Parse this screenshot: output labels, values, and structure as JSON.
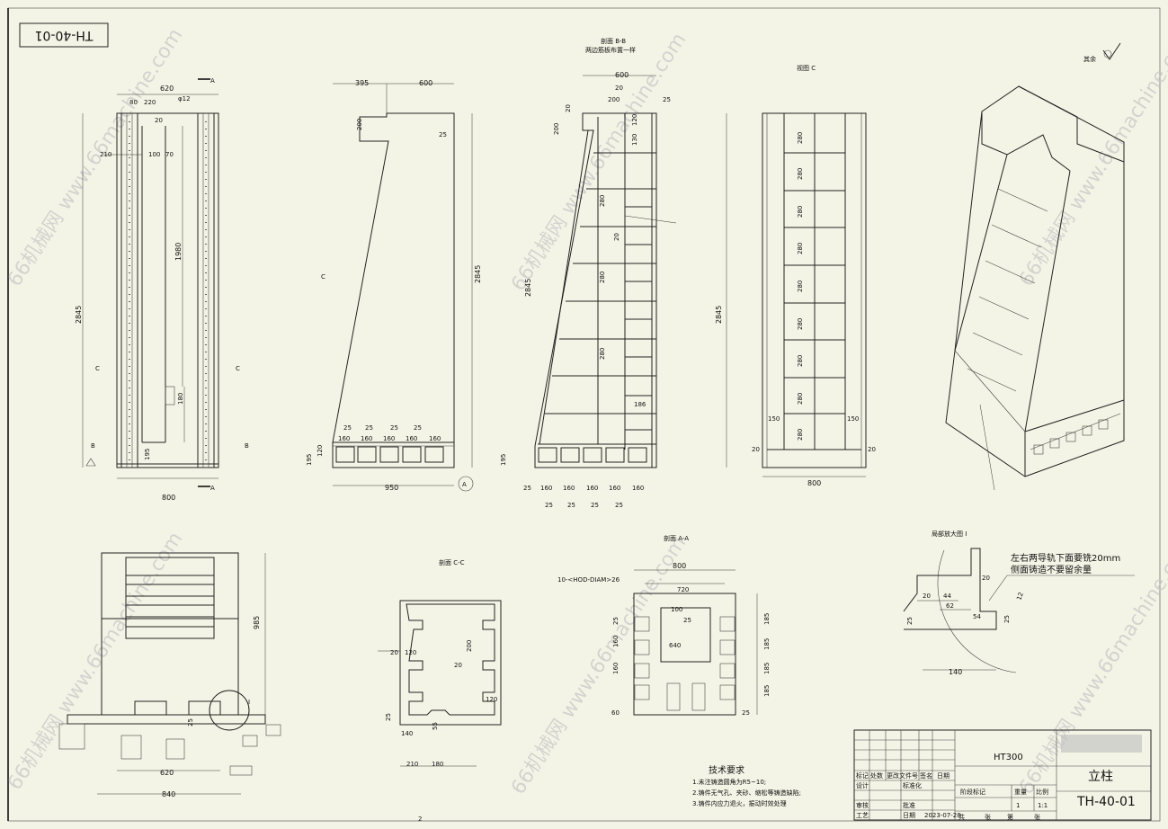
{
  "drawing_number": "TH-40-01",
  "part_name": "立柱",
  "material": "HT300",
  "sheet_number": "2",
  "scale": "1:1",
  "quantity": "1",
  "watermark": "66机械网 www.66machine.com",
  "roughness_note": "其余",
  "views": {
    "section_bb_title": "剖面 B-B",
    "section_bb_sub": "两边筋板布置一样",
    "view_c_title": "视图 C",
    "section_cc_title": "剖面 C-C",
    "section_aa_title": "剖面 A-A",
    "detail_i_title": "局部放大图 I"
  },
  "detail_note_1": "左右两导轨下面要铣20mm",
  "detail_note_2": "侧面铸造不要留余量",
  "hole_note": "10-<HOD-DIAM>26",
  "tech_req": {
    "title": "技术要求",
    "items": [
      "1.未注铸造圆角为R5~10;",
      "2.铸件无气孔、夹砂、缩松等铸造缺陷;",
      "3.铸件内应力退火，振动时效处理"
    ]
  },
  "title_block": {
    "row1": [
      "标记",
      "处数",
      "更改文件号",
      "签名",
      "日期"
    ],
    "row2": [
      "设计",
      "标准化"
    ],
    "row3": [
      "审核",
      "批准"
    ],
    "row4": [
      "工艺",
      "日期"
    ],
    "date": "2023-07-28",
    "stage_labels": [
      "阶段标记",
      "重量",
      "比例"
    ],
    "cols": [
      "共",
      "张",
      "第",
      "张"
    ]
  },
  "dims": {
    "front": [
      "620",
      "80",
      "220",
      "φ12",
      "20",
      "210",
      "100",
      "70",
      "2845",
      "1980",
      "180",
      "195",
      "800"
    ],
    "side": [
      "395",
      "600",
      "200",
      "25",
      "2845",
      "25",
      "25",
      "25",
      "25",
      "195",
      "120",
      "160",
      "160",
      "160",
      "160",
      "160",
      "950"
    ],
    "sec_bb": [
      "600",
      "20",
      "200",
      "25",
      "20",
      "200",
      "120",
      "130",
      "2845",
      "280",
      "20",
      "186",
      "195",
      "25",
      "160",
      "25"
    ],
    "view_c": [
      "280",
      "2845",
      "150",
      "150",
      "20",
      "20",
      "800"
    ],
    "plan": [
      "985",
      "620",
      "840",
      "25"
    ],
    "sec_cc": [
      "120",
      "20",
      "200",
      "20",
      "210",
      "180",
      "140",
      "55",
      "25"
    ],
    "sec_aa": [
      "800",
      "720",
      "25",
      "160",
      "185",
      "160",
      "100",
      "25",
      "25",
      "60",
      "640"
    ],
    "detail_i": [
      "20",
      "44",
      "62",
      "54",
      "25",
      "12",
      "140",
      "25"
    ]
  },
  "labels": {
    "a": "A",
    "b": "B",
    "c": "C",
    "i": "I"
  }
}
